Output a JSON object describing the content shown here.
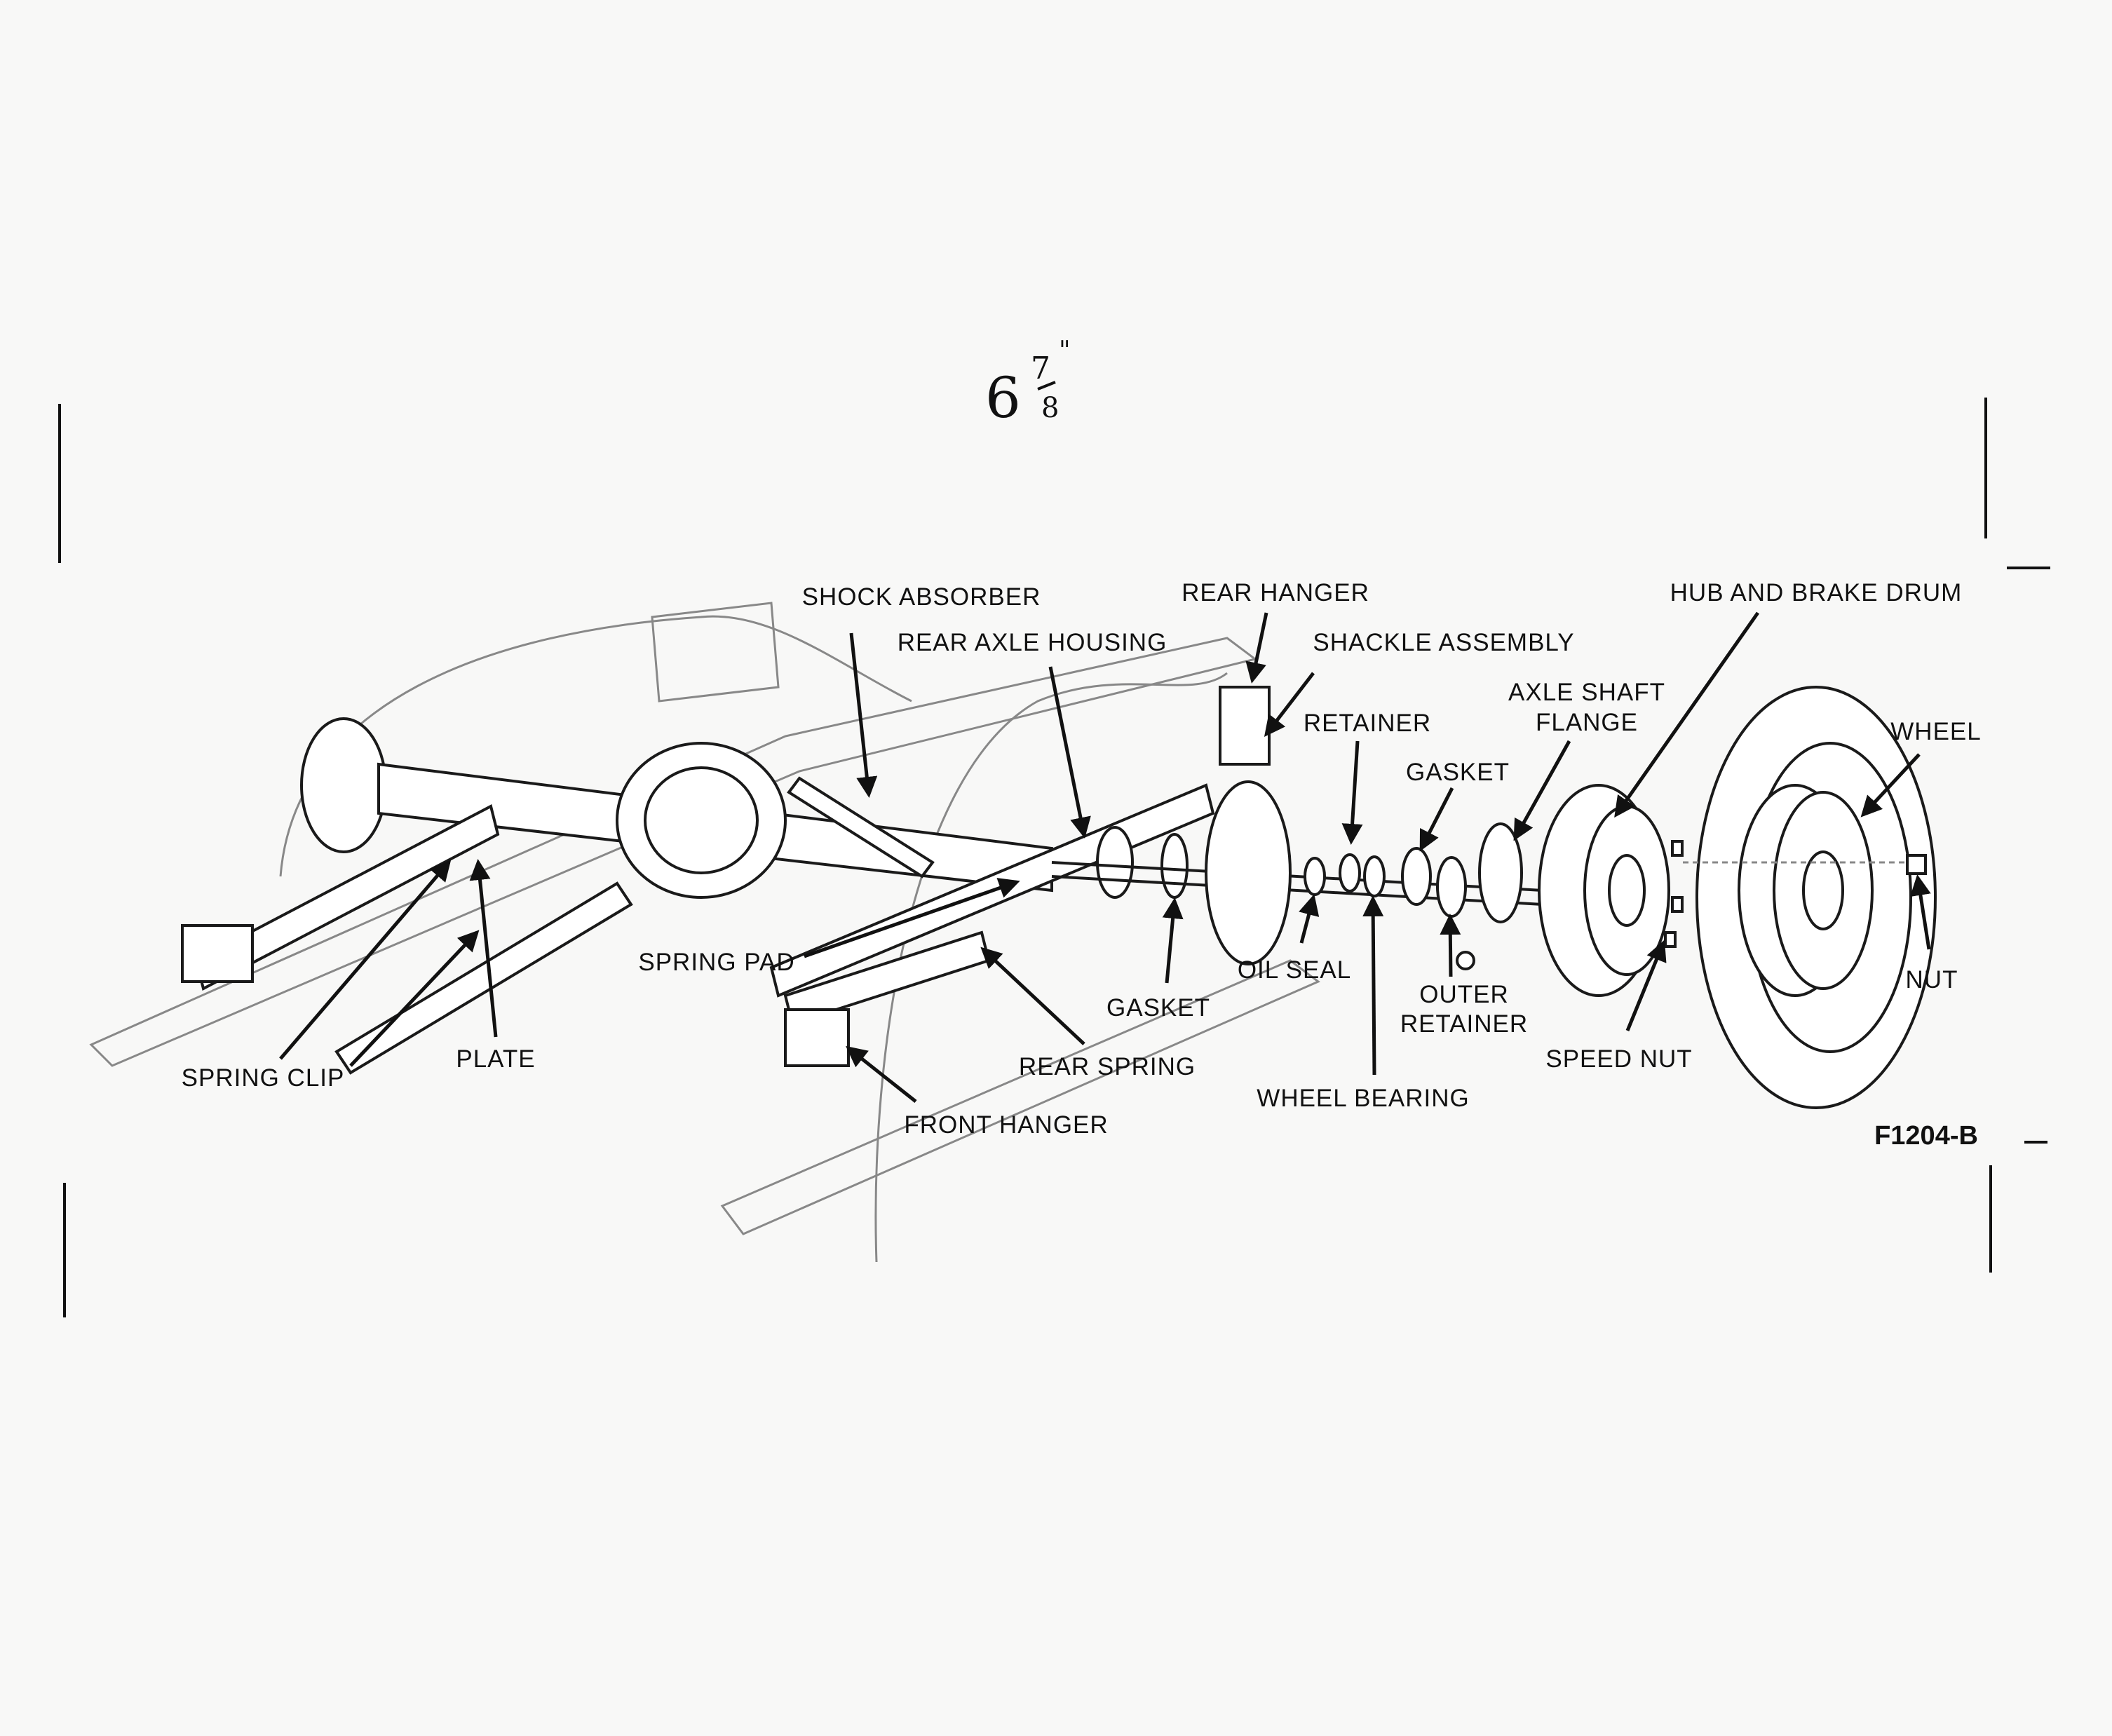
{
  "handwritten_note": {
    "whole": "6",
    "numerator": "7",
    "denominator": "8",
    "unit": "\""
  },
  "figure_number": "F1204-B",
  "labels": {
    "shock_absorber": "SHOCK ABSORBER",
    "rear_axle_housing": "REAR AXLE HOUSING",
    "rear_hanger": "REAR HANGER",
    "shackle_assembly": "SHACKLE ASSEMBLY",
    "hub_and_brake_drum": "HUB AND BRAKE DRUM",
    "retainer": "RETAINER",
    "axle_shaft_flange_1": "AXLE SHAFT",
    "axle_shaft_flange_2": "FLANGE",
    "gasket_outer": "GASKET",
    "wheel": "WHEEL",
    "spring_pad": "SPRING PAD",
    "gasket_inner": "GASKET",
    "oil_seal": "OIL SEAL",
    "outer_retainer_1": "OUTER",
    "outer_retainer_2": "RETAINER",
    "nut": "NUT",
    "spring_clip": "SPRING CLIP",
    "plate": "PLATE",
    "rear_spring": "REAR SPRING",
    "speed_nut": "SPEED NUT",
    "wheel_bearing": "WHEEL BEARING",
    "front_hanger": "FRONT HANGER"
  }
}
